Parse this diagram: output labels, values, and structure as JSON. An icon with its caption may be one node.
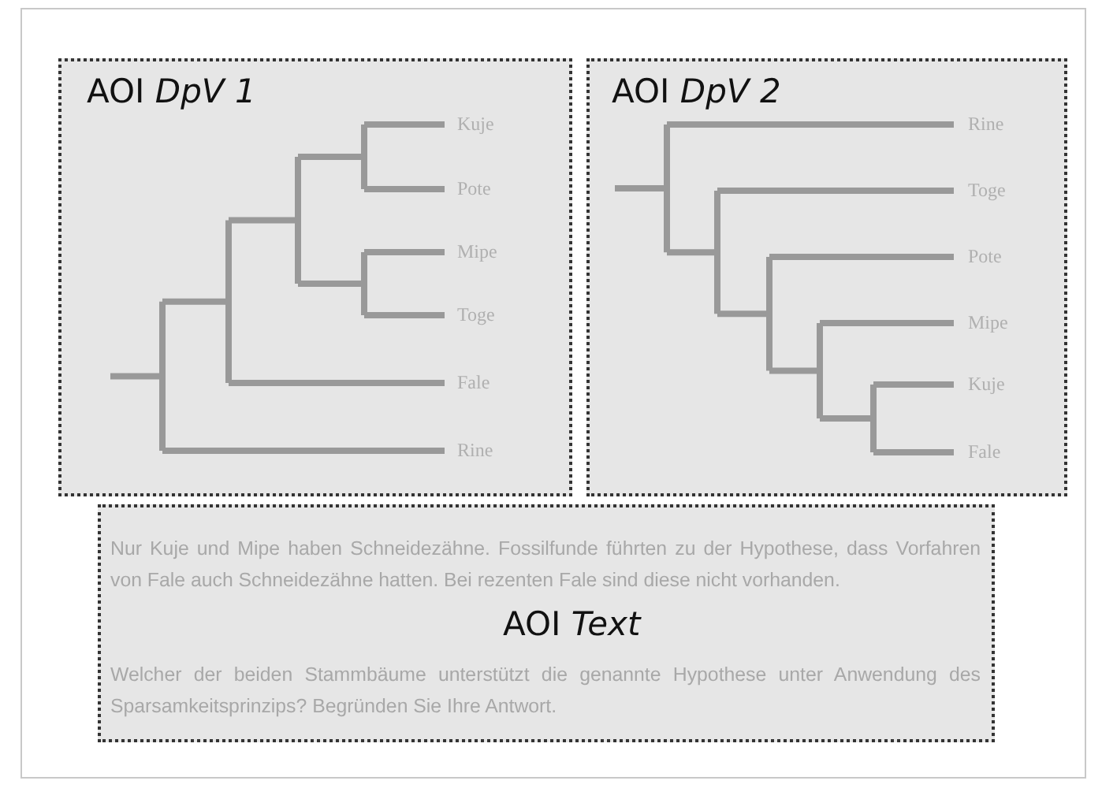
{
  "diagram": {
    "nodes": [
      {
        "text": [
          "AOI *DpV 1*"
        ]
      },
      {
        "text": [
          "Kuje"
        ],
        "in": 0
      },
      {
        "text": [
          "Pote"
        ],
        "in": 0
      },
      {
        "text": [
          "Mipe"
        ],
        "in": 0
      },
      {
        "text": [
          "Toge"
        ],
        "in": 0
      },
      {
        "text": [
          "Fale"
        ],
        "in": 0
      },
      {
        "text": [
          "Rine"
        ],
        "in": 0
      },
      {
        "text": [
          "AOI *DpV 2*"
        ]
      },
      {
        "text": [
          "Rine"
        ],
        "in": 7
      },
      {
        "text": [
          "Toge"
        ],
        "in": 7
      },
      {
        "text": [
          "Pote"
        ],
        "in": 7
      },
      {
        "text": [
          "Mipe"
        ],
        "in": 7
      },
      {
        "text": [
          "Kuje"
        ],
        "in": 7
      },
      {
        "text": [
          "Fale"
        ],
        "in": 7
      },
      {
        "text": [
          "Nur Kuje und Mipe haben Schneidezähne. Fossilfunde führten zu der Hypothese, dass Vorfahren von Fale auch Schneidezähne hatten. Bei rezenten Fale sind diese nicht vorhanden.",
          "AOI *Text*",
          "Welcher der beiden Stammbäume unterstützt die genannte Hypothese unter Anwendung des Sparsamkeitsprinzips? Begründen Sie Ihre Antwort."
        ]
      }
    ]
  }
}
